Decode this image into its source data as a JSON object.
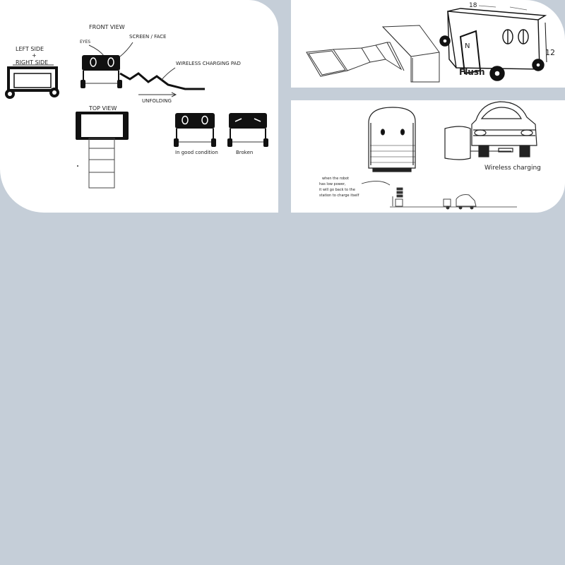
{
  "sketch_left": {
    "label_side": "LEFT SIDE",
    "label_plus": "+",
    "label_right_side": "RIGHT SIDE",
    "label_front_view": "FRONT VIEW",
    "label_eyes": "EYES",
    "label_screen_face": "SCREEN / FACE",
    "label_charging_pad": "WIRELESS CHARGING PAD",
    "label_unfolding": "UNFOLDING",
    "label_top_view": "TOP VIEW",
    "label_good_condition": "In good condition",
    "label_broken": "Broken"
  },
  "sketch_top_right": {
    "label_dim_width": "18",
    "label_dim_height": "12",
    "label_flush": "Flush",
    "label_flush_mark": "N"
  },
  "sketch_bottom_right": {
    "label_wireless_charging": "Wireless charging",
    "note_line1": "when the robot",
    "note_line2": "has low power,",
    "note_line3": "it will go back to the",
    "note_line4": "station to charge itself"
  },
  "colors": {
    "background": "#c5ced8",
    "panel": "#ffffff",
    "ink": "#111111",
    "pencil": "#444444"
  }
}
